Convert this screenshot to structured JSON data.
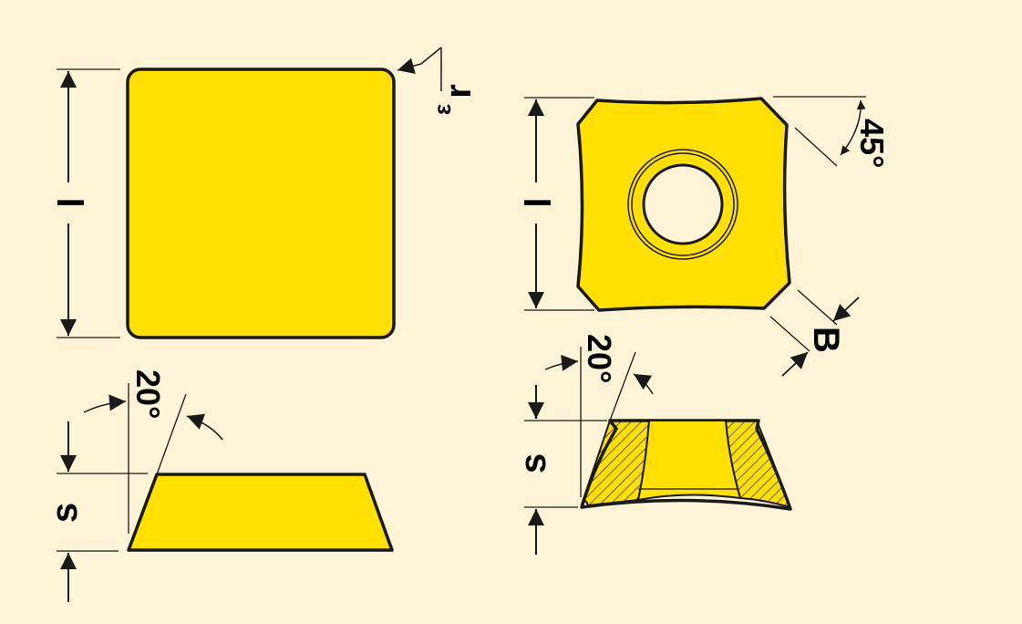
{
  "labels": {
    "length_left": "l",
    "corner_radius": "r",
    "corner_radius_sub": "ε",
    "length_right": "l",
    "chamfer_angle": "45°",
    "chamfer_width": "B",
    "relief_angle_left": "20°",
    "thickness_left": "s",
    "relief_angle_right": "20°",
    "thickness_right": "s"
  },
  "colors": {
    "background": "#fdf3d6",
    "insert_fill": "#ffe000",
    "outline": "#1a1a1a",
    "bore": "#fdf3d6"
  }
}
